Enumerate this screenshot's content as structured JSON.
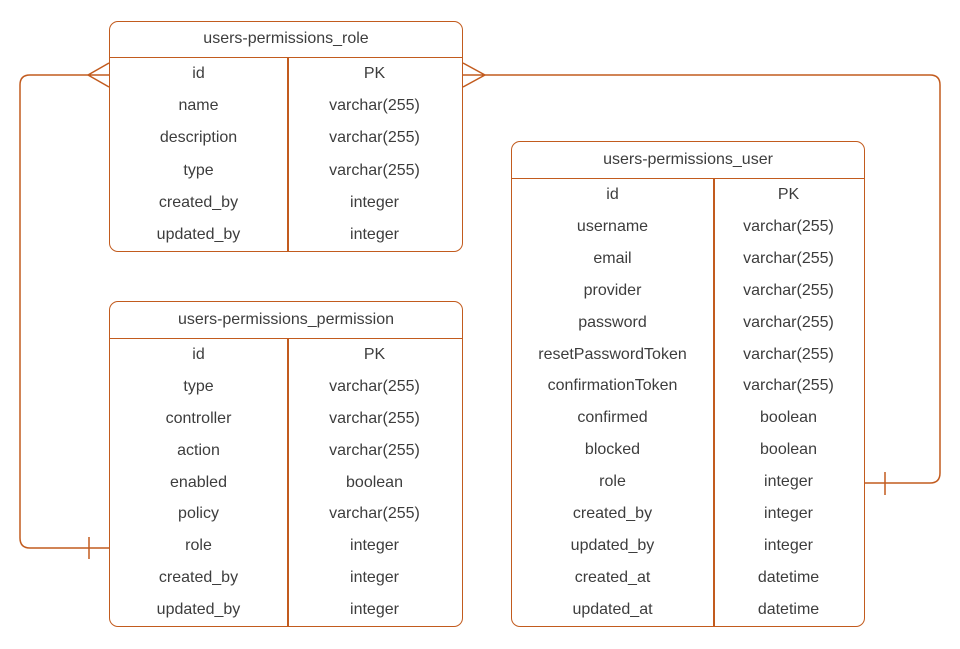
{
  "diagram": {
    "background_color": "#FFFFFF",
    "stroke_color": "#C25B1E",
    "text_color": "#3D3D3D",
    "tables": [
      {
        "title": "users-permissions_role",
        "fields": [
          {
            "name": "id",
            "type": "PK"
          },
          {
            "name": "name",
            "type": "varchar(255)"
          },
          {
            "name": "description",
            "type": "varchar(255)"
          },
          {
            "name": "type",
            "type": "varchar(255)"
          },
          {
            "name": "created_by",
            "type": "integer"
          },
          {
            "name": "updated_by",
            "type": "integer"
          }
        ]
      },
      {
        "title": "users-permissions_permission",
        "fields": [
          {
            "name": "id",
            "type": "PK"
          },
          {
            "name": "type",
            "type": "varchar(255)"
          },
          {
            "name": "controller",
            "type": "varchar(255)"
          },
          {
            "name": "action",
            "type": "varchar(255)"
          },
          {
            "name": "enabled",
            "type": "boolean"
          },
          {
            "name": "policy",
            "type": "varchar(255)"
          },
          {
            "name": "role",
            "type": "integer"
          },
          {
            "name": "created_by",
            "type": "integer"
          },
          {
            "name": "updated_by",
            "type": "integer"
          }
        ]
      },
      {
        "title": "users-permissions_user",
        "fields": [
          {
            "name": "id",
            "type": "PK"
          },
          {
            "name": "username",
            "type": "varchar(255)"
          },
          {
            "name": "email",
            "type": "varchar(255)"
          },
          {
            "name": "provider",
            "type": "varchar(255)"
          },
          {
            "name": "password",
            "type": "varchar(255)"
          },
          {
            "name": "resetPasswordToken",
            "type": "varchar(255)"
          },
          {
            "name": "confirmationToken",
            "type": "varchar(255)"
          },
          {
            "name": "confirmed",
            "type": "boolean"
          },
          {
            "name": "blocked",
            "type": "boolean"
          },
          {
            "name": "role",
            "type": "integer"
          },
          {
            "name": "created_by",
            "type": "integer"
          },
          {
            "name": "updated_by",
            "type": "integer"
          },
          {
            "name": "created_at",
            "type": "datetime"
          },
          {
            "name": "updated_at",
            "type": "datetime"
          }
        ]
      }
    ],
    "relationships": [
      {
        "from_table": "users-permissions_role",
        "from_field": "id",
        "from_marker": "many",
        "to_table": "users-permissions_permission",
        "to_field": "role",
        "to_marker": "one"
      },
      {
        "from_table": "users-permissions_role",
        "from_field": "id",
        "from_marker": "many",
        "to_table": "users-permissions_user",
        "to_field": "role",
        "to_marker": "one"
      }
    ]
  }
}
